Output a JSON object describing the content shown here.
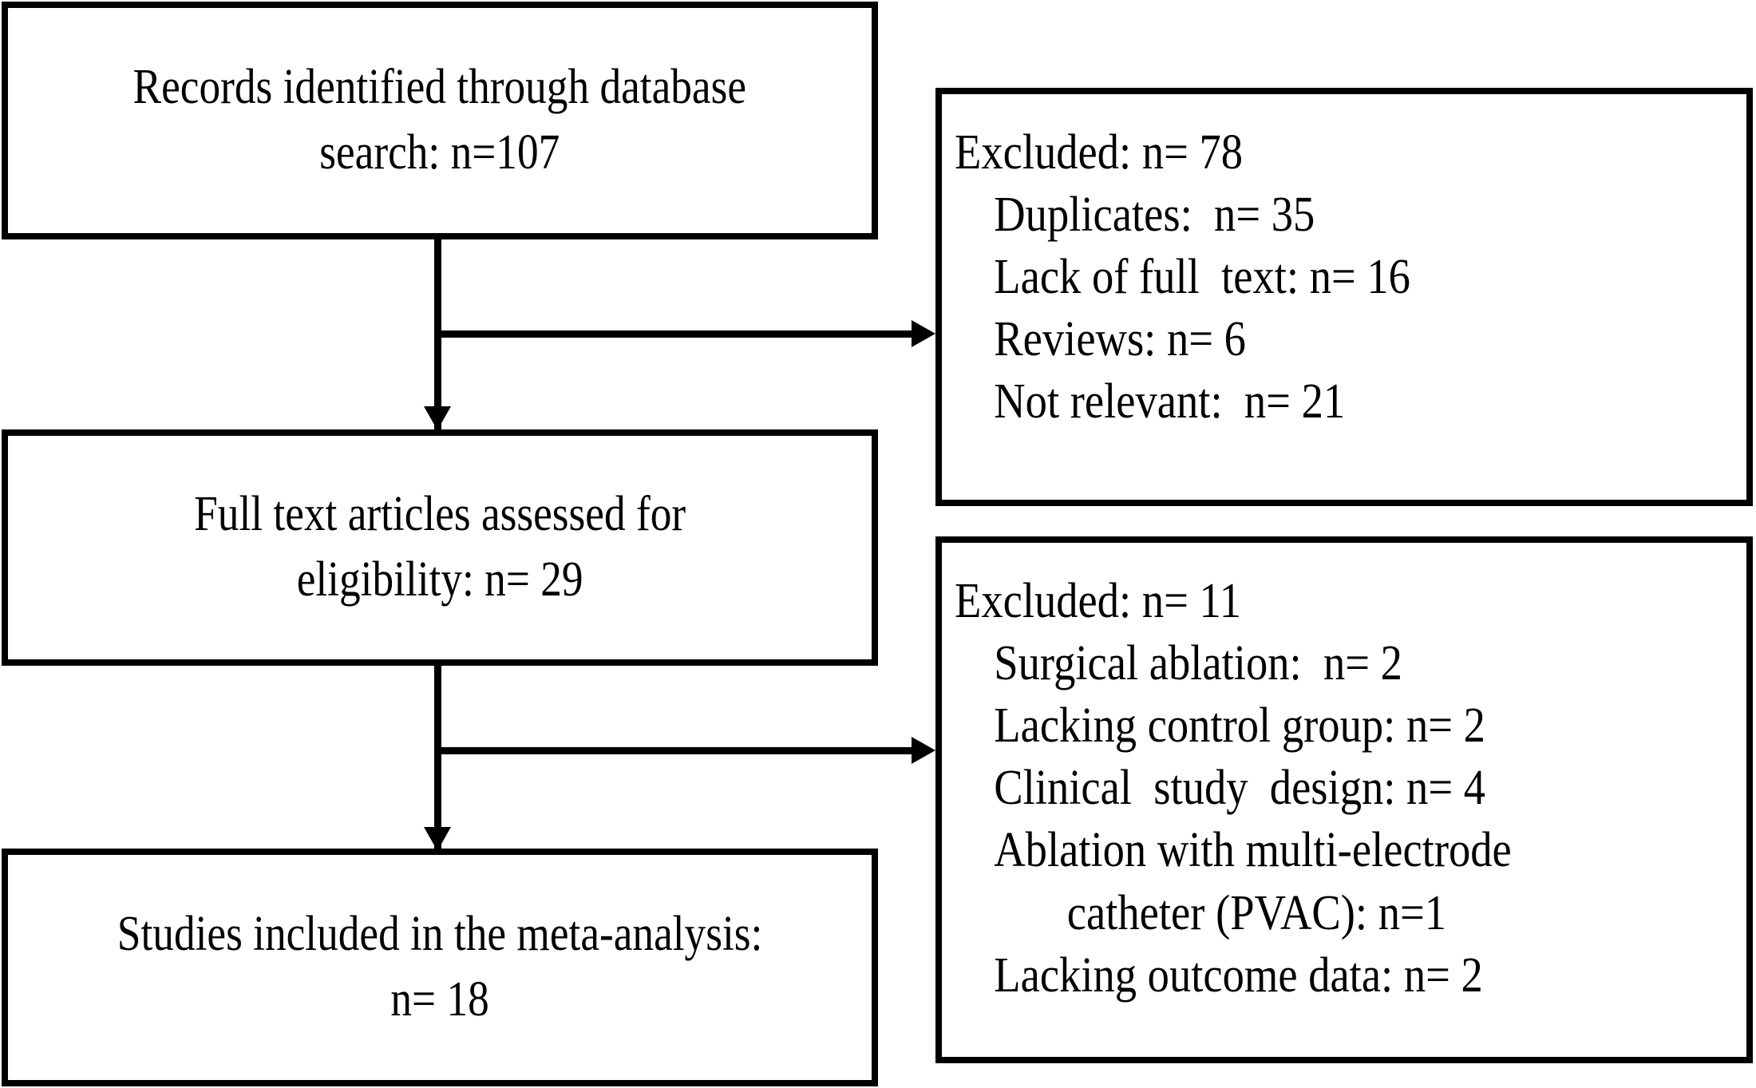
{
  "diagram": {
    "type": "prisma-flow-diagram",
    "colors": {
      "border": "#000000",
      "background": "#ffffff",
      "text": "#000000",
      "connector": "#000000"
    },
    "nodes": {
      "identification": {
        "text": "Records identified through database\nsearch: n=107"
      },
      "eligibility": {
        "text": "Full text articles  assessed for\neligibility:  n= 29"
      },
      "included": {
        "text": "Studies included in the meta-analysis:\nn= 18"
      },
      "excluded_first": {
        "heading": "Excluded: n= 78",
        "items": [
          "Duplicates:  n= 35",
          "Lack of full  text: n= 16",
          "Reviews: n= 6",
          "Not relevant:  n= 21"
        ]
      },
      "excluded_second": {
        "heading": "Excluded: n= 11",
        "items": [
          "Surgical ablation:  n= 2",
          "Lacking control group: n= 2",
          "Clinical  study  design: n= 4",
          "Ablation with multi-electrode",
          "catheter (PVAC): n=1",
          "Lacking outcome data: n= 2"
        ]
      }
    },
    "counts": {
      "records_identified": 107,
      "excluded_stage1_total": 78,
      "duplicates": 35,
      "lack_of_full_text": 16,
      "reviews": 6,
      "not_relevant": 21,
      "full_text_assessed": 29,
      "excluded_stage2_total": 11,
      "surgical_ablation": 2,
      "lacking_control_group": 2,
      "clinical_study_design": 4,
      "multi_electrode_pvac": 1,
      "lacking_outcome_data": 2,
      "studies_included": 18
    }
  }
}
